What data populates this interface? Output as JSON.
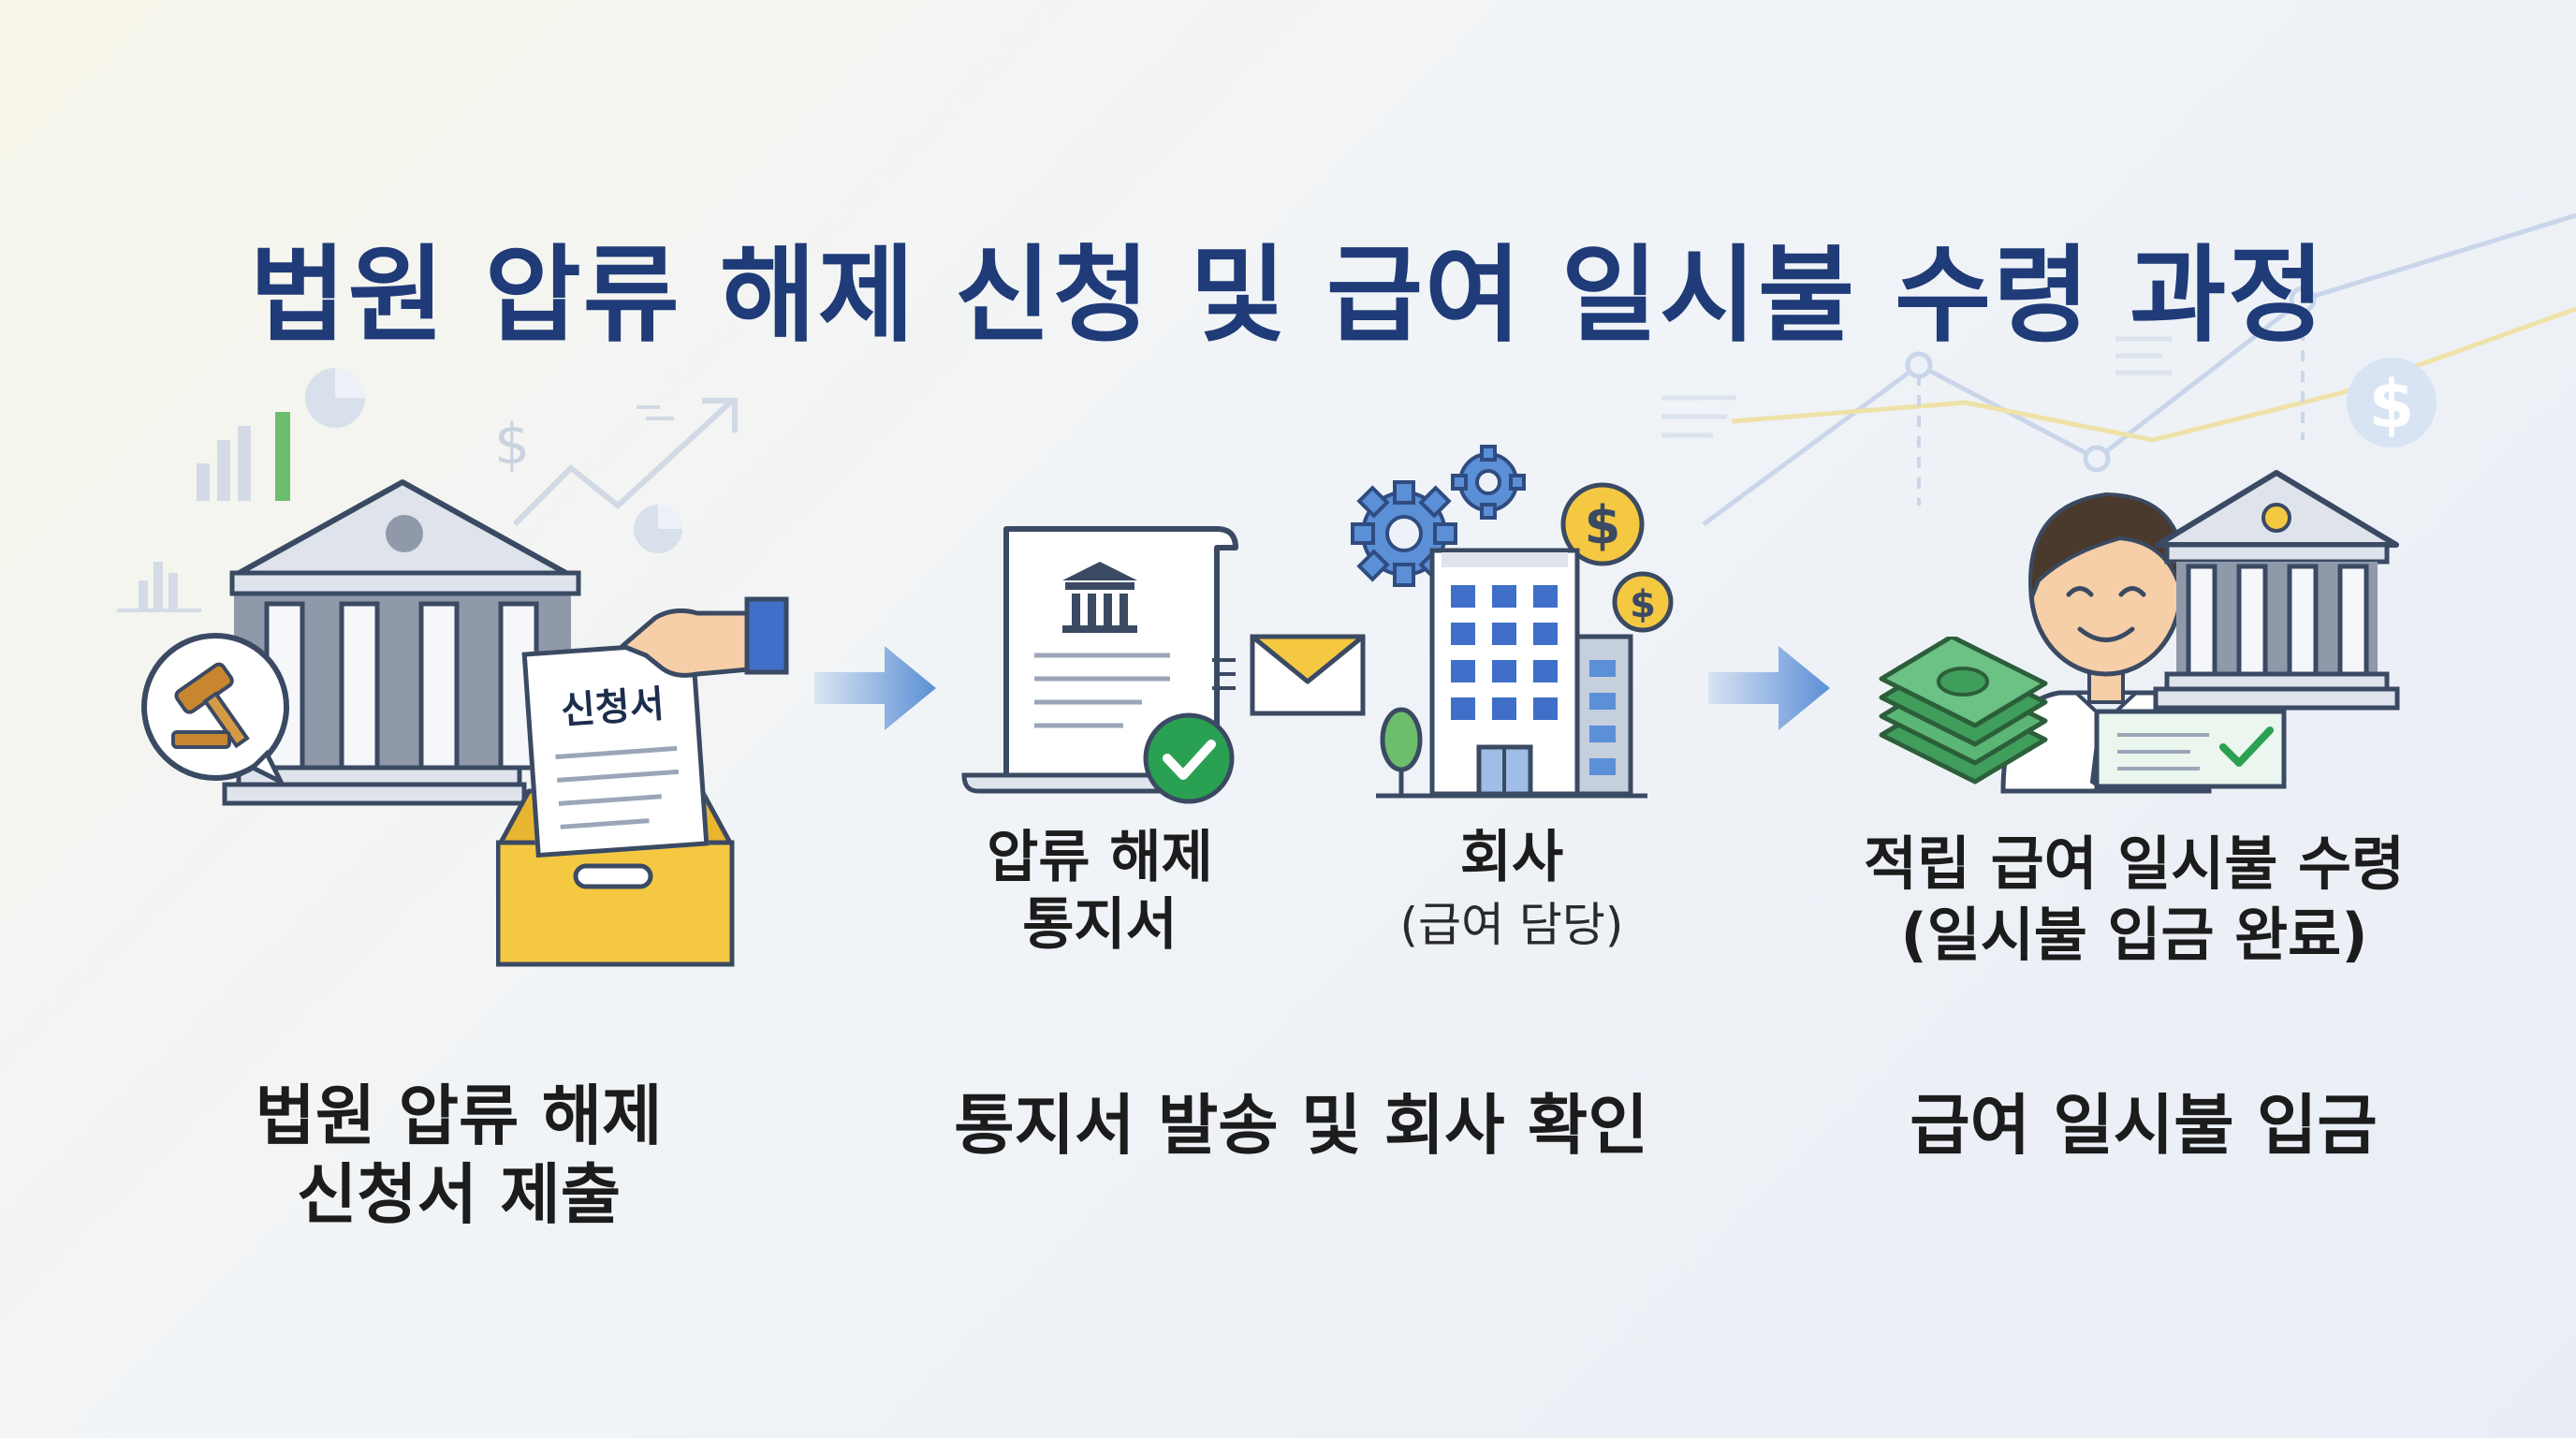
{
  "title": "법원 압류 해제 신청 및 급여 일시불 수령 과정",
  "steps": [
    {
      "caption_line1": "법원 압류 해제",
      "caption_line2": "신청서 제출",
      "document_label": "신청서"
    },
    {
      "caption": "통지서 발송 및 회사 확인",
      "notice_label_line1": "압류 해제",
      "notice_label_line2": "통지서",
      "company_label": "회사",
      "company_sublabel": "(급여 담당)"
    },
    {
      "caption": "급여 일시불 입금",
      "result_label_line1": "적립 급여 일시불 수령",
      "result_label_line2": "(일시불 입금 완료)"
    }
  ],
  "icons": {
    "court": "court-building-icon",
    "gavel": "gavel-icon",
    "document": "application-document-icon",
    "hand": "hand-icon",
    "tray": "inbox-tray-icon",
    "arrow": "arrow-right-icon",
    "notice": "notice-scroll-icon",
    "check": "check-badge-icon",
    "envelope": "envelope-icon",
    "company": "company-building-icon",
    "gear": "gear-icon",
    "dollar": "dollar-coin-icon",
    "person": "person-icon",
    "money": "money-stack-icon",
    "bank": "bank-building-icon",
    "cheque": "cheque-icon"
  },
  "colors": {
    "title": "#1f3b78",
    "navy": "#1f3b78",
    "arrow": "#5b8fd6",
    "accent_yellow": "#f5c842",
    "check_green": "#2aa152",
    "money_green": "#3f9e5b"
  }
}
